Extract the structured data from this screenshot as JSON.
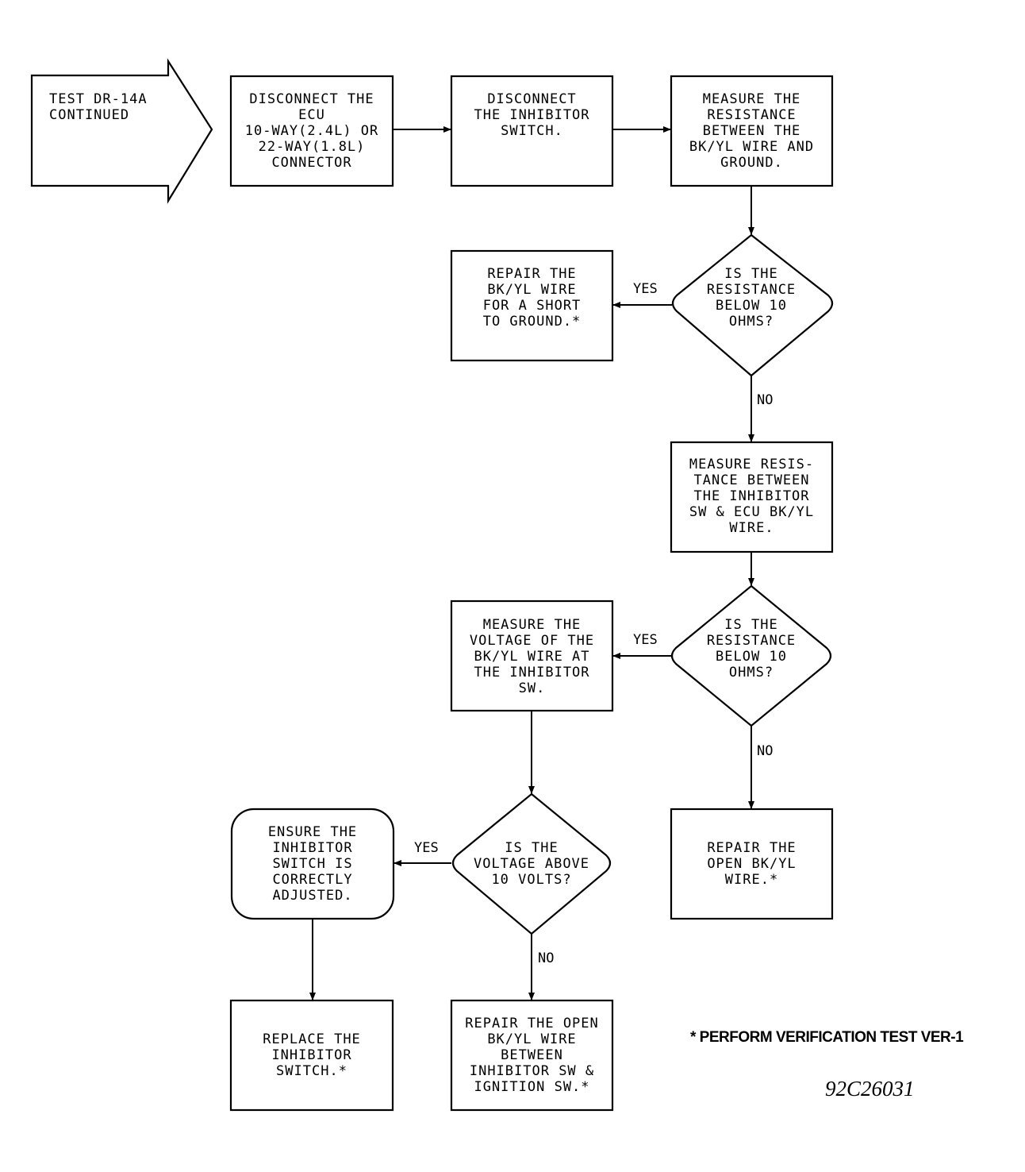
{
  "nodes": {
    "start": "TEST DR-14A\nCONTINUED",
    "disconnect_ecu": "DISCONNECT THE\nECU\n10-WAY(2.4L) OR\n22-WAY(1.8L)\nCONNECTOR",
    "disconnect_inhibitor": "DISCONNECT\nTHE INHIBITOR\nSWITCH.",
    "measure_ground": "MEASURE THE\nRESISTANCE\nBETWEEN THE\nBK/YL WIRE AND\nGROUND.",
    "decision_1": "IS THE\nRESISTANCE\nBELOW 10\nOHMS?",
    "repair_short": "REPAIR THE\nBK/YL WIRE\nFOR A SHORT\nTO GROUND.*",
    "measure_resistance_2": "MEASURE RESIS-\nTANCE BETWEEN\nTHE INHIBITOR\nSW & ECU BK/YL\nWIRE.",
    "decision_2": "IS THE\nRESISTANCE\nBELOW 10\nOHMS?",
    "measure_voltage": "MEASURE THE\nVOLTAGE OF THE\nBK/YL WIRE AT\nTHE INHIBITOR\nSW.",
    "repair_open": "REPAIR THE\nOPEN BK/YL\nWIRE.*",
    "decision_3": "IS THE\nVOLTAGE ABOVE\n10 VOLTS?",
    "ensure_adjusted": "ENSURE THE\nINHIBITOR\nSWITCH IS\nCORRECTLY\nADJUSTED.",
    "replace_switch": "REPLACE THE\nINHIBITOR\nSWITCH.*",
    "repair_open_ign": "REPAIR THE OPEN\nBK/YL WIRE\nBETWEEN\nINHIBITOR SW &\nIGNITION SW.*"
  },
  "edges": {
    "yes_1": "YES",
    "no_1": "NO",
    "yes_2": "YES",
    "no_2": "NO",
    "yes_3": "YES",
    "no_3": "NO"
  },
  "footnote": "* PERFORM VERIFICATION TEST VER-1",
  "figure_id": "92C26031"
}
